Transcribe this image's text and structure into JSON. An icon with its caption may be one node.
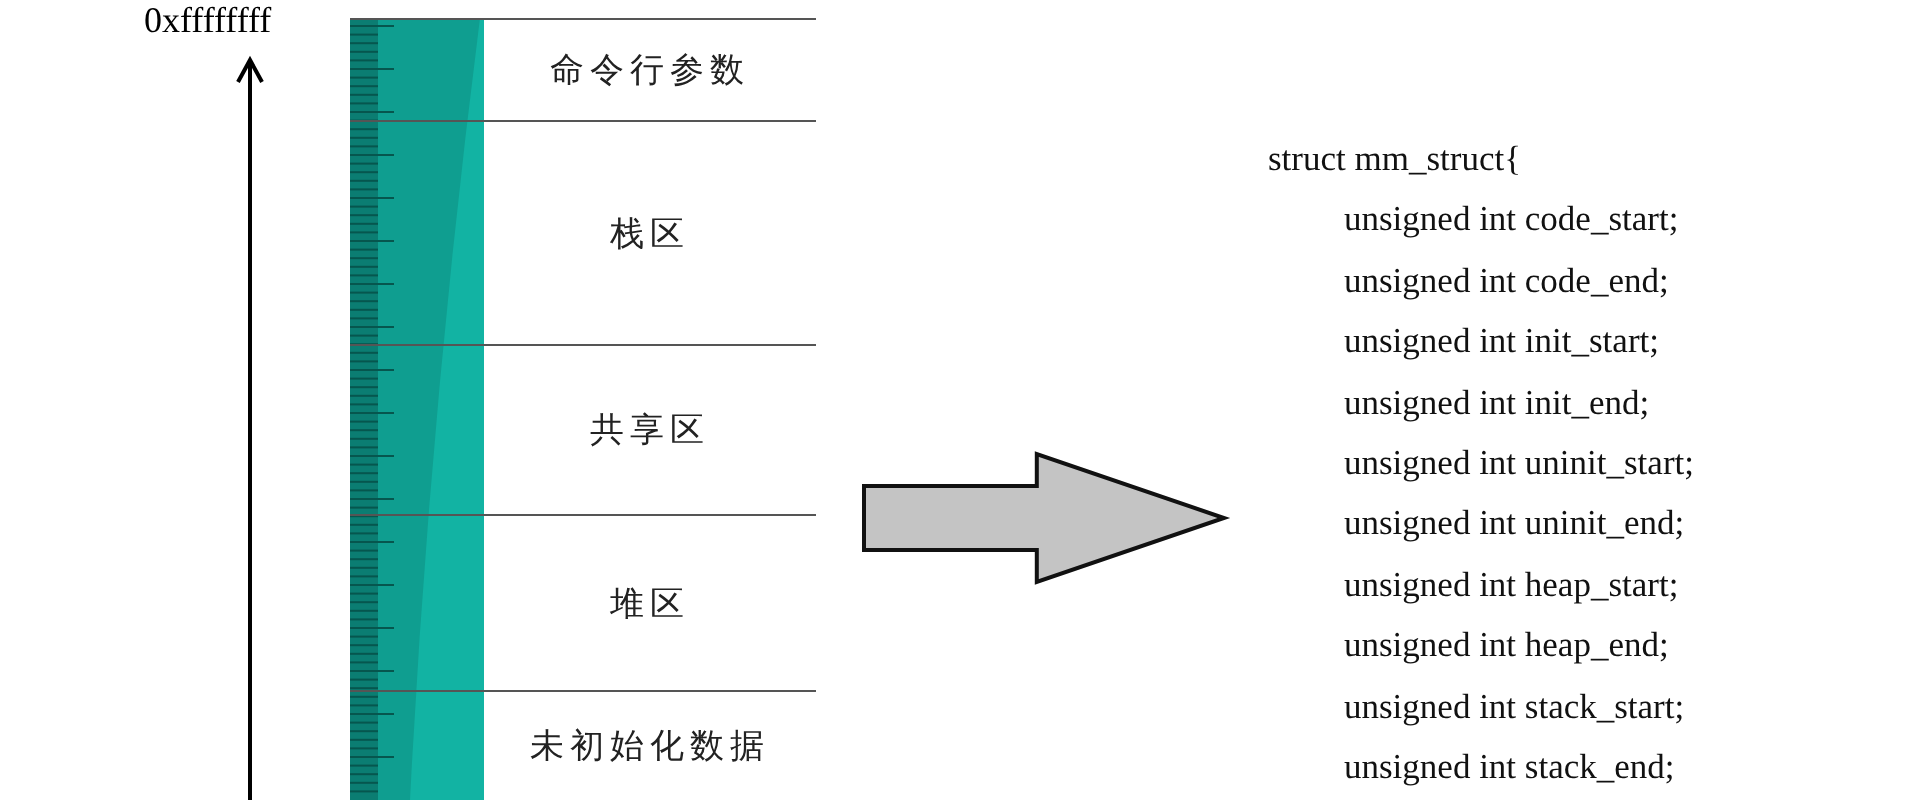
{
  "diagram": {
    "nodes": [
      {
        "text": [
          "命令行参数"
        ]
      },
      {
        "text": [
          "栈区"
        ]
      },
      {
        "text": [
          "共享区"
        ]
      },
      {
        "text": [
          "堆区"
        ]
      },
      {
        "text": [
          "未初始化数据"
        ]
      },
      {
        "text": [
          "struct mm_struct{",
          "unsigned int code_start;",
          "unsigned int code_end;",
          "unsigned int init_start;",
          "unsigned int init_end;",
          "unsigned int uninit_start;",
          "unsigned int uninit_end;",
          "unsigned int heap_start;",
          "unsigned int heap_end;",
          "unsigned int stack_start;",
          "unsigned int stack_end;"
        ]
      }
    ],
    "edges": [
      {
        "from": null,
        "to": 5,
        "arrow": "to"
      }
    ],
    "labels": [
      "0xffffffff"
    ]
  }
}
